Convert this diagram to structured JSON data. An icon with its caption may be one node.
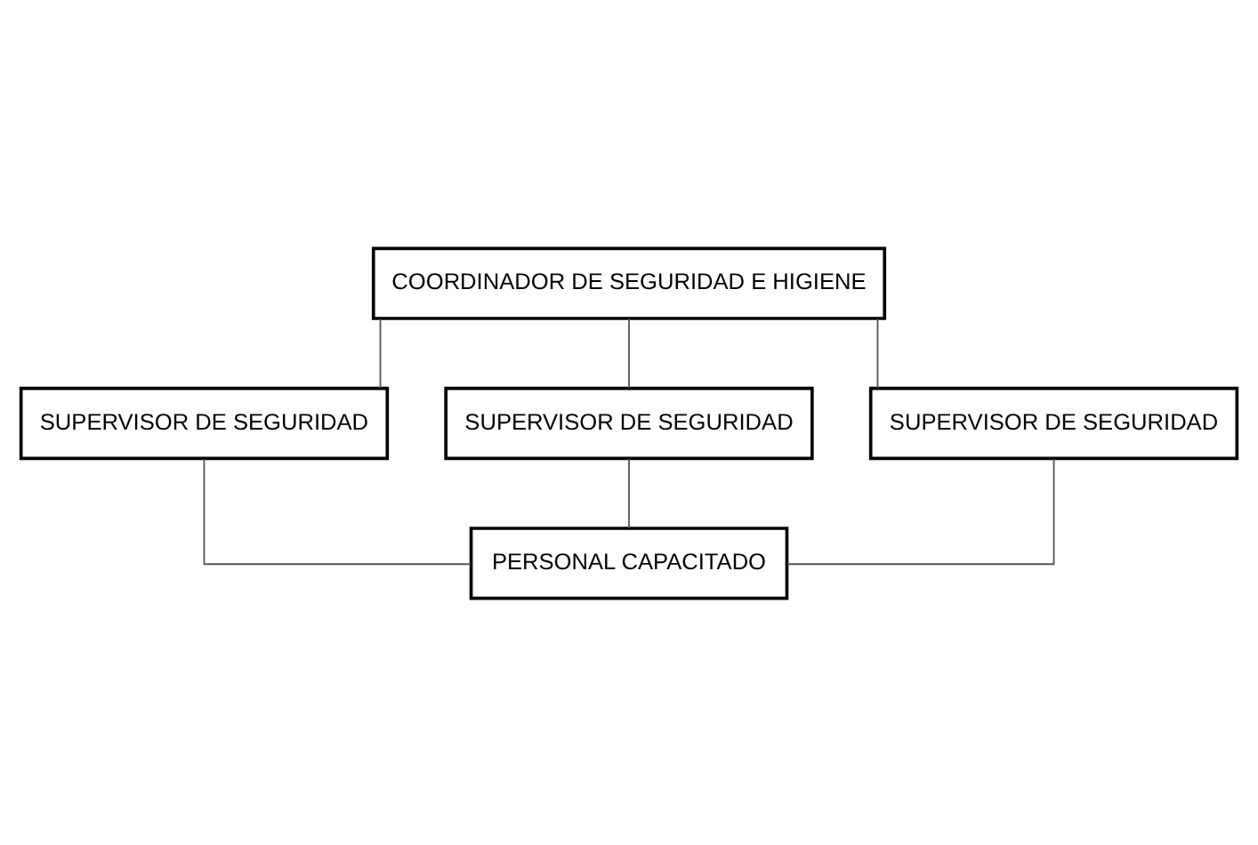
{
  "diagram": {
    "nodes": [
      {
        "text": [
          "COORDINADOR DE SEGURIDAD E HIGIENE"
        ]
      },
      {
        "text": [
          "SUPERVISOR DE SEGURIDAD"
        ]
      },
      {
        "text": [
          "SUPERVISOR DE SEGURIDAD"
        ]
      },
      {
        "text": [
          "SUPERVISOR DE SEGURIDAD"
        ]
      },
      {
        "text": [
          "PERSONAL CAPACITADO"
        ]
      }
    ],
    "edges": [
      {
        "from": 0,
        "to": 1,
        "arrow": "none"
      },
      {
        "from": 0,
        "to": 2,
        "arrow": "none"
      },
      {
        "from": 0,
        "to": 3,
        "arrow": "none"
      },
      {
        "from": 1,
        "to": 4,
        "arrow": "none"
      },
      {
        "from": 2,
        "to": 4,
        "arrow": "none"
      },
      {
        "from": 3,
        "to": 4,
        "arrow": "none"
      }
    ]
  }
}
